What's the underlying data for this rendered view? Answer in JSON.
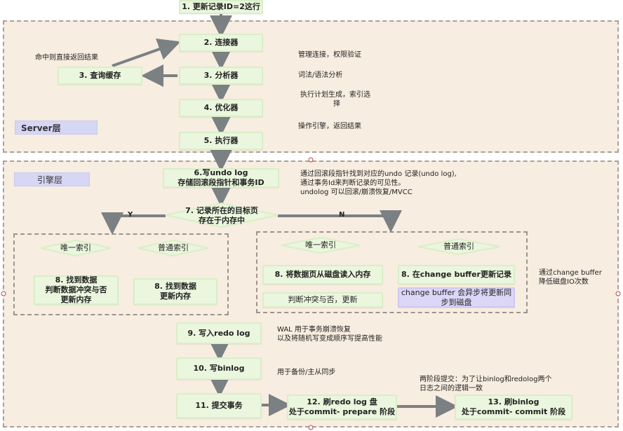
{
  "steps": {
    "s1": "1. 更新记录ID=2这行",
    "s2": "2. 连接器",
    "s3": "3. 分析器",
    "s3cache": "3. 查询缓存",
    "s4": "4. 优化器",
    "s5": "5. 执行器",
    "s6_line1": "6.写undo log",
    "s6_line2": "存储回滚段指针和事务ID",
    "s7_line1": "7. 记录所在的目标页",
    "s7_line2": "存在于内存中",
    "y_unique": "唯一索引",
    "y_normal": "普通索引",
    "y8a_line1": "8. 找到数据",
    "y8a_line2": "判断数据冲突与否",
    "y8a_line3": "更新内存",
    "y8b_line1": "8. 找到数据",
    "y8b_line2": "更新内存",
    "n_unique": "唯一索引",
    "n_normal": "普通索引",
    "n8a": "8. 将数据页从磁盘读入内存",
    "n8a_sub": "判断冲突与否，更新",
    "n8b": "8. 在change buffer更新记录",
    "n8b_sub_line1": "change buffer 会异步将更新同",
    "n8b_sub_line2": "步到磁盘",
    "s9": "9. 写入redo log",
    "s10": "10. 写binlog",
    "s11": "11. 提交事务",
    "s12_line1": "12. 刷redo log 盘",
    "s12_line2": "处于commit- prepare 阶段",
    "s13_line1": "13. 刷binlog",
    "s13_line2": "处于commit- commit 阶段"
  },
  "labels": {
    "server_layer": "Server层",
    "engine_layer": "引擎层",
    "branch_y": "Y",
    "branch_n": "N"
  },
  "notes": {
    "cache_hit": "命中则直接返回结果",
    "connector": "管理连接，权限验证",
    "analyzer": "词法/语法分析",
    "optimizer_line1": "执行计划生成，索引选",
    "optimizer_line2": "择",
    "executor": "操作引擎，返回结果",
    "undo_line1": "通过回滚段指针找到对应的undo 记录(undo log),",
    "undo_line2": "通过事务Id来判断记录的可见性。",
    "undo_line3": "undolog 可以回滚/崩溃恢复/MVCC",
    "cb_line1": "通过change buffer",
    "cb_line2": "降低磁盘IO次数",
    "wal_line1": "WAL 用于事务崩溃恢复",
    "wal_line2": "以及将随机写变成顺序写提高性能",
    "binlog": "用于备份/主从同步",
    "twopc_line1": "两阶段提交：为了让binlog和redolog两个",
    "twopc_line2": "日志之间的逻辑一致"
  },
  "colors": {
    "region_fill": "#f7ede0",
    "box_fill": "#eaf6dd",
    "purple_fill": "#dcd6f7",
    "arrow": "#7b8083"
  }
}
